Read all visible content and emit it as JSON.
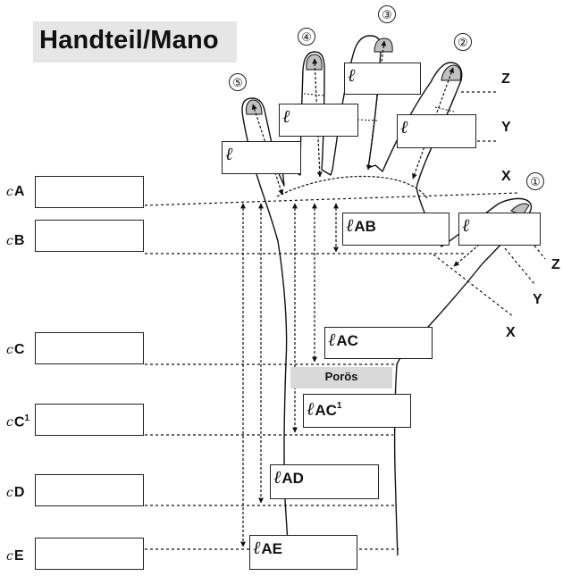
{
  "title": "Handteil/Mano",
  "fingers": {
    "f1": "①",
    "f2": "②",
    "f3": "③",
    "f4": "④",
    "f5": "⑤"
  },
  "finger_length_symbol": "ℓ",
  "axis_labels": {
    "z_top": "Z",
    "y_top": "Y",
    "x_top": "X",
    "z_thumb": "Z",
    "y_thumb": "Y",
    "x_thumb": "X"
  },
  "circumference": {
    "symbol": "c",
    "A": "A",
    "B": "B",
    "C": "C",
    "C1": "C",
    "C1_sup": "1",
    "D": "D",
    "E": "E"
  },
  "lengths": {
    "symbol": "ℓ",
    "AB": "AB",
    "AC": "AC",
    "AC1": "AC",
    "AC1_sup": "1",
    "AD": "AD",
    "AE": "AE"
  },
  "poros_label": "Porös"
}
